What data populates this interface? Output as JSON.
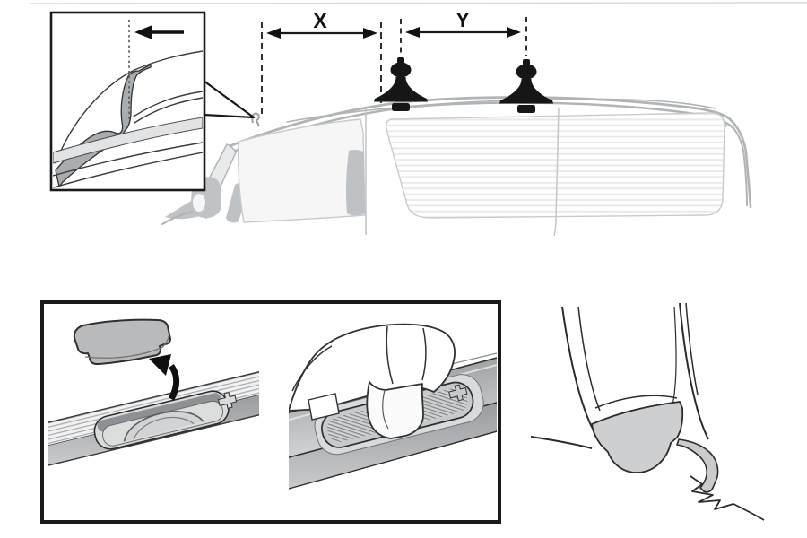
{
  "diagram": {
    "name": "roof-bar-fitting-instructions",
    "dimension_labels": {
      "x": "X",
      "y": "Y"
    },
    "colors": {
      "line_black": "#1a1a1a",
      "van_outline_gray": "#b1b4b6",
      "glass_stripe_gray": "#e9eaeb",
      "part_gray": "#b9babb",
      "rail_gray": "#9b9ea0",
      "pad_gray": "#cdcfd0",
      "foot_black": "#161616",
      "detail_channel_gray": "#aaadaf"
    },
    "icons": {
      "inset_arrow": "left-arrow-icon",
      "lift_arrow": "curved-up-arrow-icon",
      "dimension_x_arrow": "double-headed-arrow-icon",
      "dimension_y_arrow": "double-headed-arrow-icon"
    }
  }
}
